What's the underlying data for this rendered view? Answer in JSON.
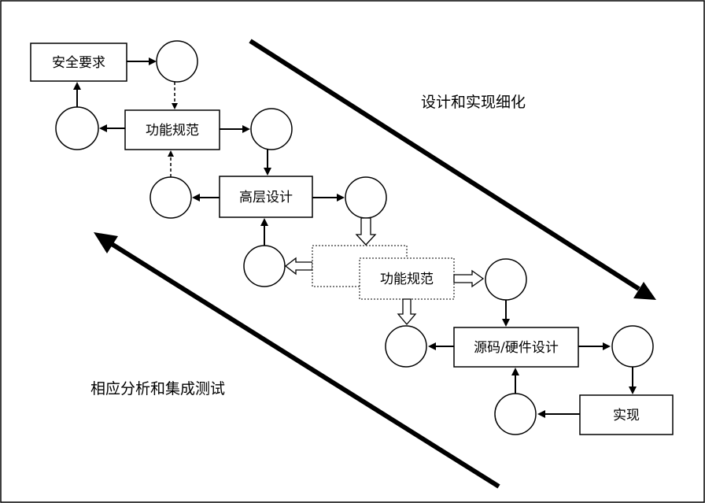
{
  "boxes": {
    "safety_requirements": "安全要求",
    "functional_spec_1": "功能规范",
    "high_level_design": "高层设计",
    "functional_spec_2": "功能规范",
    "source_hw_design": "源码/硬件设计",
    "implementation": "实现"
  },
  "captions": {
    "design_refinement": "设计和实现细化",
    "analysis_testing": "相应分析和集成测试"
  }
}
